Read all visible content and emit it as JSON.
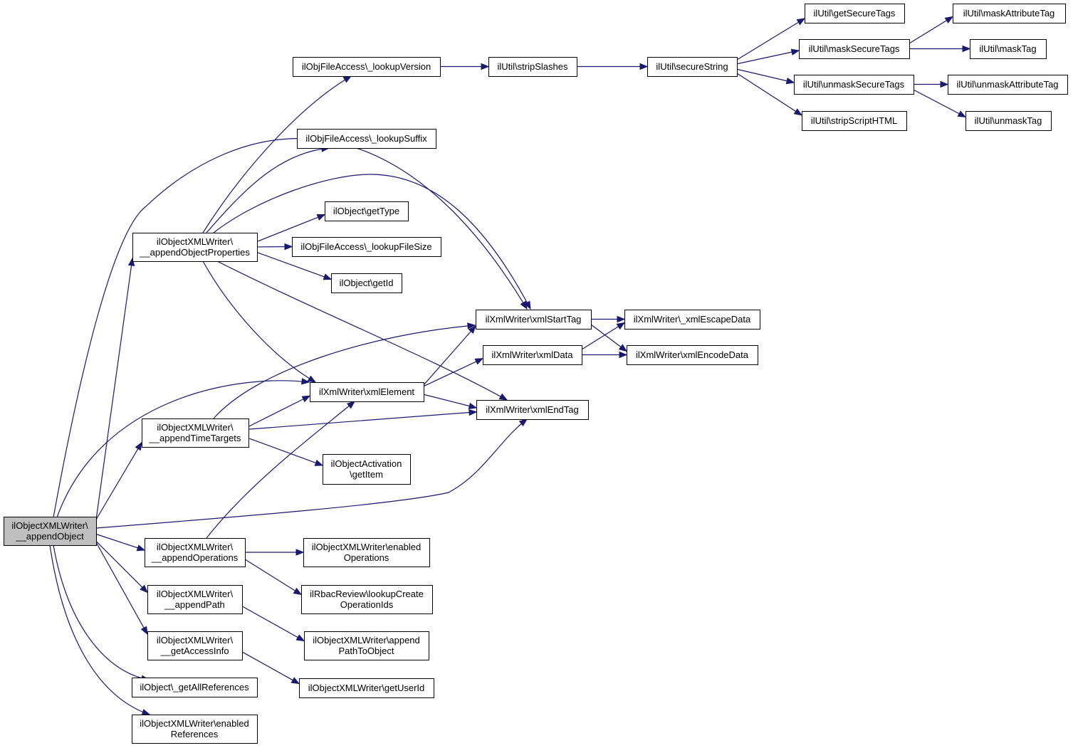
{
  "diagram": {
    "title": "",
    "nodes": [
      {
        "id": "root",
        "lines": [
          "ilObjectXMLWriter\\",
          "__appendObject"
        ],
        "root": true
      },
      {
        "id": "props",
        "lines": [
          "ilObjectXMLWriter\\",
          "__appendObjectProperties"
        ]
      },
      {
        "id": "timeTargets",
        "lines": [
          "ilObjectXMLWriter\\",
          "__appendTimeTargets"
        ]
      },
      {
        "id": "ops",
        "lines": [
          "ilObjectXMLWriter\\",
          "__appendOperations"
        ]
      },
      {
        "id": "path",
        "lines": [
          "ilObjectXMLWriter\\",
          "__appendPath"
        ]
      },
      {
        "id": "access",
        "lines": [
          "ilObjectXMLWriter\\",
          "__getAccessInfo"
        ]
      },
      {
        "id": "allRefs",
        "lines": [
          "ilObject\\_getAllReferences"
        ]
      },
      {
        "id": "enabledRefs",
        "lines": [
          "ilObjectXMLWriter\\enabled",
          "References"
        ]
      },
      {
        "id": "lookupVersion",
        "lines": [
          "ilObjFileAccess\\_lookupVersion"
        ]
      },
      {
        "id": "lookupSuffix",
        "lines": [
          "ilObjFileAccess\\_lookupSuffix"
        ]
      },
      {
        "id": "getType",
        "lines": [
          "ilObject\\getType"
        ]
      },
      {
        "id": "lookupFileSize",
        "lines": [
          "ilObjFileAccess\\_lookupFileSize"
        ]
      },
      {
        "id": "getId",
        "lines": [
          "ilObject\\getId"
        ]
      },
      {
        "id": "xmlStartTag",
        "lines": [
          "ilXmlWriter\\xmlStartTag"
        ]
      },
      {
        "id": "xmlData",
        "lines": [
          "ilXmlWriter\\xmlData"
        ]
      },
      {
        "id": "xmlElement",
        "lines": [
          "ilXmlWriter\\xmlElement"
        ]
      },
      {
        "id": "xmlEndTag",
        "lines": [
          "ilXmlWriter\\xmlEndTag"
        ]
      },
      {
        "id": "getItem",
        "lines": [
          "ilObjectActivation",
          "\\getItem"
        ]
      },
      {
        "id": "enabledOps",
        "lines": [
          "ilObjectXMLWriter\\enabled",
          "Operations"
        ]
      },
      {
        "id": "lookupCreate",
        "lines": [
          "ilRbacReview\\lookupCreate",
          "OperationIds"
        ]
      },
      {
        "id": "appendPathToObject",
        "lines": [
          "ilObjectXMLWriter\\append",
          "PathToObject"
        ]
      },
      {
        "id": "getUserId",
        "lines": [
          "ilObjectXMLWriter\\getUserId"
        ]
      },
      {
        "id": "stripSlashes",
        "lines": [
          "ilUtil\\stripSlashes"
        ]
      },
      {
        "id": "secureString",
        "lines": [
          "ilUtil\\secureString"
        ]
      },
      {
        "id": "getSecureTags",
        "lines": [
          "ilUtil\\getSecureTags"
        ]
      },
      {
        "id": "maskSecureTags",
        "lines": [
          "ilUtil\\maskSecureTags"
        ]
      },
      {
        "id": "unmaskSecureTags",
        "lines": [
          "ilUtil\\unmaskSecureTags"
        ]
      },
      {
        "id": "stripScriptHTML",
        "lines": [
          "ilUtil\\stripScriptHTML"
        ]
      },
      {
        "id": "maskAttributeTag",
        "lines": [
          "ilUtil\\maskAttributeTag"
        ]
      },
      {
        "id": "maskTag",
        "lines": [
          "ilUtil\\maskTag"
        ]
      },
      {
        "id": "unmaskAttributeTag",
        "lines": [
          "ilUtil\\unmaskAttributeTag"
        ]
      },
      {
        "id": "unmaskTag",
        "lines": [
          "ilUtil\\unmaskTag"
        ]
      },
      {
        "id": "escapeData",
        "lines": [
          "ilXmlWriter\\_xmlEscapeData"
        ]
      },
      {
        "id": "encodeData",
        "lines": [
          "ilXmlWriter\\xmlEncodeData"
        ]
      }
    ],
    "edges": [
      {
        "from": "root",
        "to": "props"
      },
      {
        "from": "root",
        "to": "xmlStartTag"
      },
      {
        "from": "root",
        "to": "xmlElement"
      },
      {
        "from": "root",
        "to": "timeTargets"
      },
      {
        "from": "root",
        "to": "xmlEndTag"
      },
      {
        "from": "root",
        "to": "ops"
      },
      {
        "from": "root",
        "to": "path"
      },
      {
        "from": "root",
        "to": "access"
      },
      {
        "from": "root",
        "to": "allRefs"
      },
      {
        "from": "root",
        "to": "enabledRefs"
      },
      {
        "from": "props",
        "to": "lookupVersion"
      },
      {
        "from": "props",
        "to": "lookupSuffix"
      },
      {
        "from": "props",
        "to": "xmlStartTag"
      },
      {
        "from": "props",
        "to": "getType"
      },
      {
        "from": "props",
        "to": "lookupFileSize"
      },
      {
        "from": "props",
        "to": "getId"
      },
      {
        "from": "props",
        "to": "xmlElement"
      },
      {
        "from": "props",
        "to": "xmlEndTag"
      },
      {
        "from": "lookupVersion",
        "to": "stripSlashes"
      },
      {
        "from": "stripSlashes",
        "to": "secureString"
      },
      {
        "from": "secureString",
        "to": "getSecureTags"
      },
      {
        "from": "secureString",
        "to": "maskSecureTags"
      },
      {
        "from": "secureString",
        "to": "unmaskSecureTags"
      },
      {
        "from": "secureString",
        "to": "stripScriptHTML"
      },
      {
        "from": "maskSecureTags",
        "to": "maskAttributeTag"
      },
      {
        "from": "maskSecureTags",
        "to": "maskTag"
      },
      {
        "from": "unmaskSecureTags",
        "to": "unmaskAttributeTag"
      },
      {
        "from": "unmaskSecureTags",
        "to": "unmaskTag"
      },
      {
        "from": "xmlStartTag",
        "to": "escapeData"
      },
      {
        "from": "xmlStartTag",
        "to": "encodeData"
      },
      {
        "from": "xmlData",
        "to": "escapeData"
      },
      {
        "from": "xmlData",
        "to": "encodeData"
      },
      {
        "from": "xmlElement",
        "to": "xmlStartTag"
      },
      {
        "from": "xmlElement",
        "to": "xmlData"
      },
      {
        "from": "xmlElement",
        "to": "xmlEndTag"
      },
      {
        "from": "timeTargets",
        "to": "xmlStartTag"
      },
      {
        "from": "timeTargets",
        "to": "xmlElement"
      },
      {
        "from": "timeTargets",
        "to": "xmlEndTag"
      },
      {
        "from": "timeTargets",
        "to": "getItem"
      },
      {
        "from": "ops",
        "to": "xmlElement"
      },
      {
        "from": "ops",
        "to": "enabledOps"
      },
      {
        "from": "ops",
        "to": "lookupCreate"
      },
      {
        "from": "path",
        "to": "appendPathToObject"
      },
      {
        "from": "access",
        "to": "getUserId"
      }
    ]
  }
}
